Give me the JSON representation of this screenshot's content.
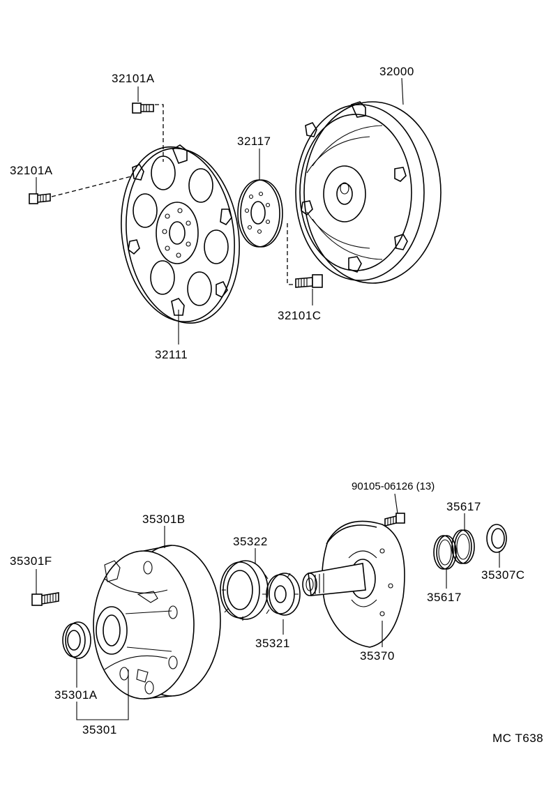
{
  "labels": {
    "p32101a_top": "32101A",
    "p32101a_left": "32101A",
    "p32117": "32117",
    "p32000": "32000",
    "p32101c": "32101C",
    "p32111": "32111",
    "p90105": "90105-06126 (13)",
    "p35617_top": "35617",
    "p35617_bot": "35617",
    "p35307c": "35307C",
    "p35301b": "35301B",
    "p35322": "35322",
    "p35301f": "35301F",
    "p35321": "35321",
    "p35370": "35370",
    "p35301a": "35301A",
    "p35301": "35301",
    "code": "MC T638"
  }
}
